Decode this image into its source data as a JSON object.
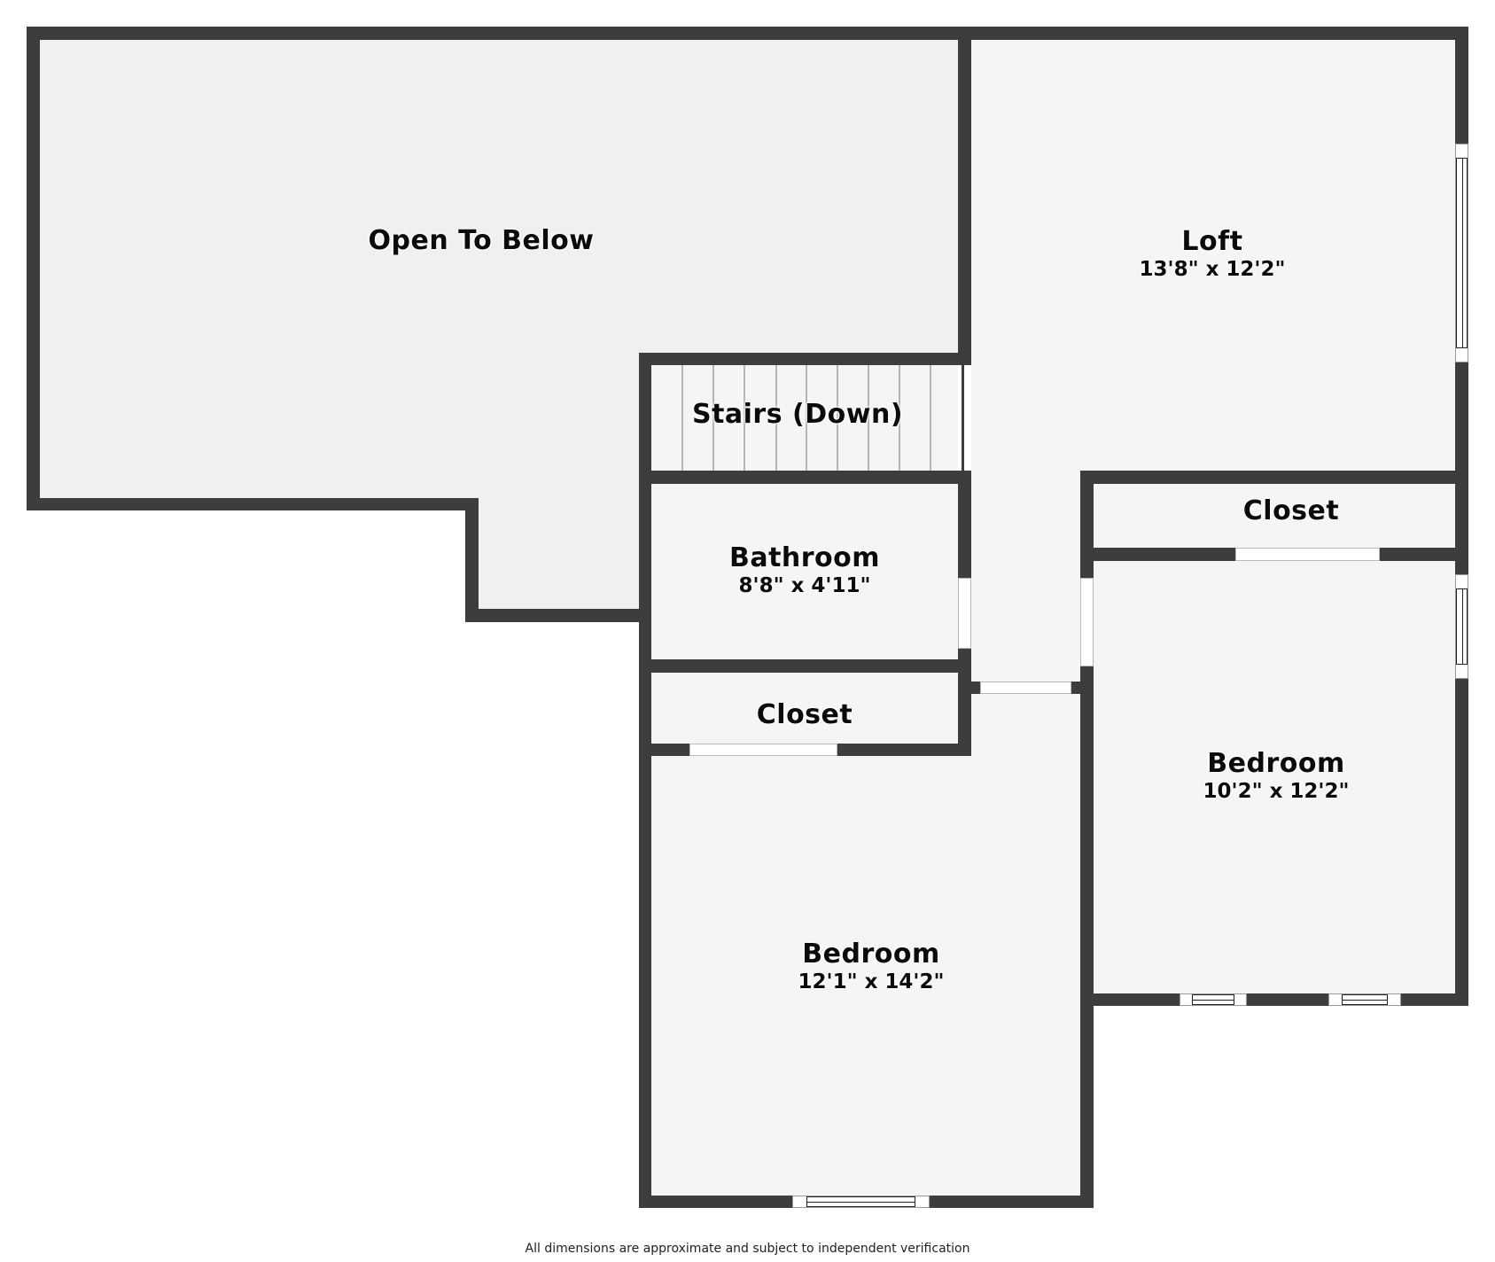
{
  "colors": {
    "wall": "#3d3d3d",
    "open_fill": "#f0f0f0",
    "room_fill": "#f5f5f5",
    "background": "#ffffff"
  },
  "rooms": {
    "open_to_below": {
      "name": "Open To Below"
    },
    "loft": {
      "name": "Loft",
      "dims": "13'8\" x 12'2\""
    },
    "stairs": {
      "name": "Stairs (Down)"
    },
    "bathroom": {
      "name": "Bathroom",
      "dims": "8'8\" x 4'11\""
    },
    "closet_a": {
      "name": "Closet"
    },
    "closet_b": {
      "name": "Closet"
    },
    "bedroom_a": {
      "name": "Bedroom",
      "dims": "12'1\" x 14'2\""
    },
    "bedroom_b": {
      "name": "Bedroom",
      "dims": "10'2\" x 12'2\""
    }
  },
  "footer": {
    "disclaimer": "All dimensions are approximate and subject to independent verification"
  }
}
